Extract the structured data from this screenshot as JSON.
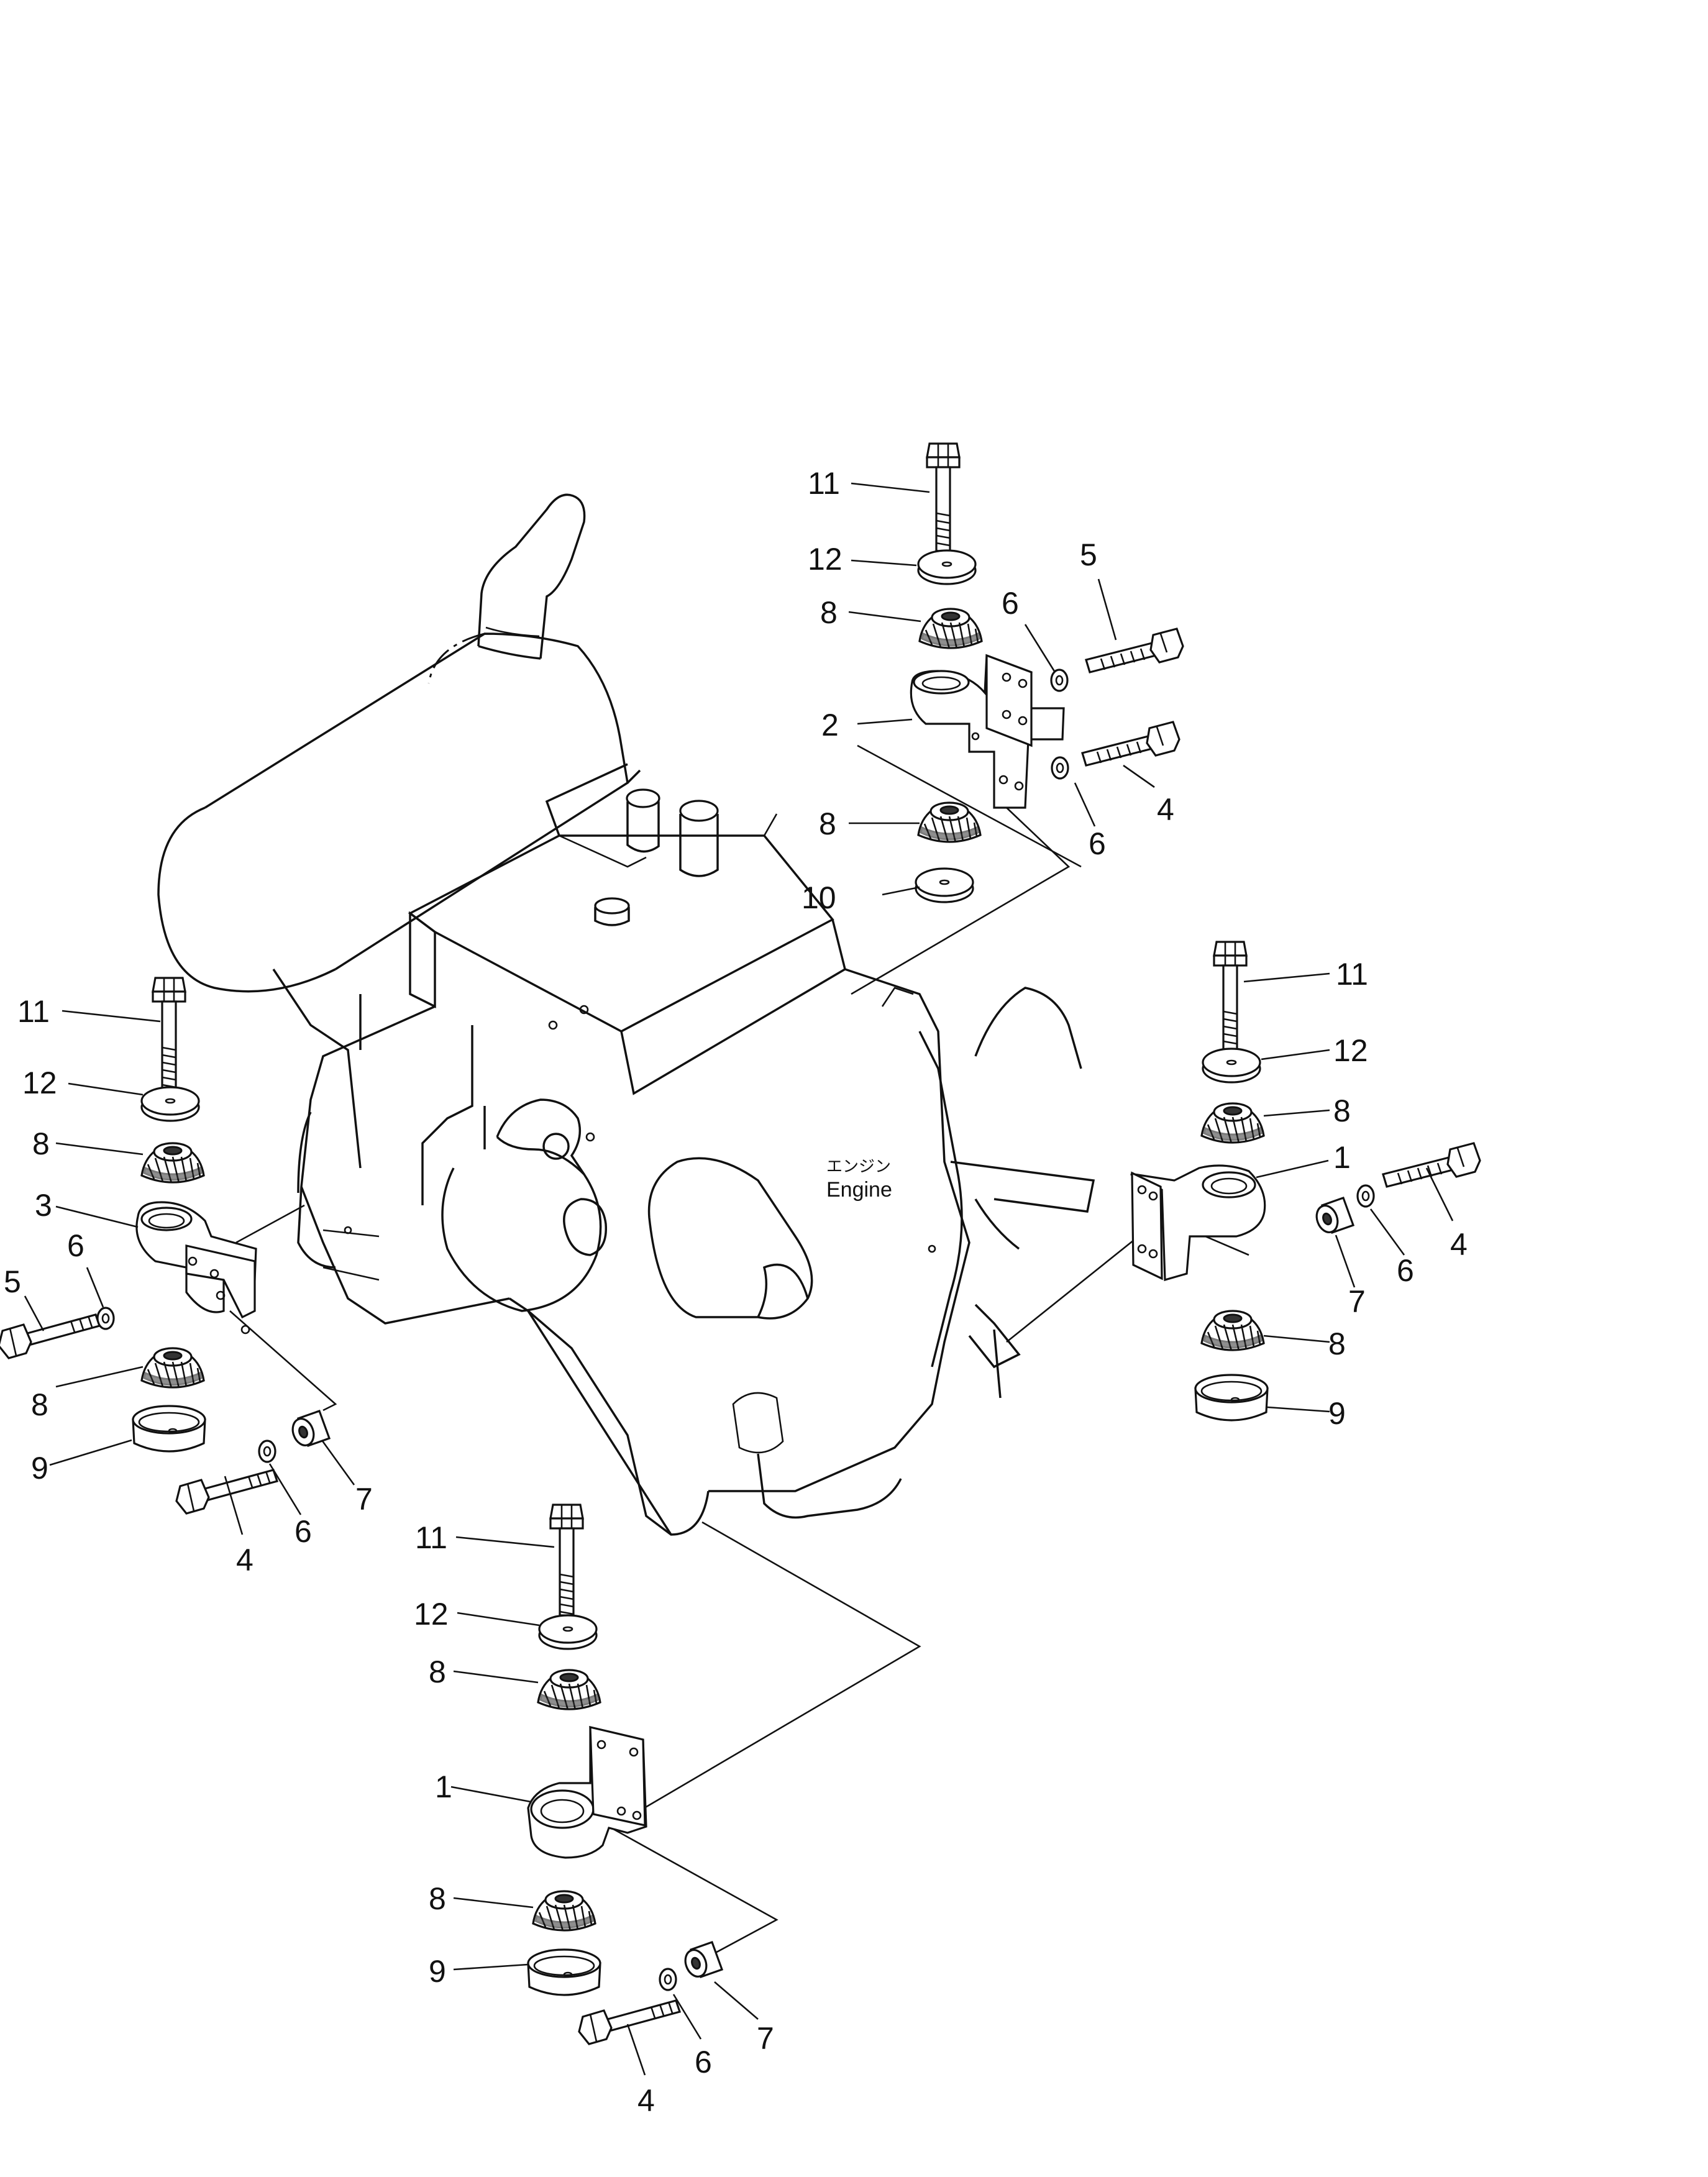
{
  "engine": {
    "label_jp": "エンジン",
    "label_en": "Engine"
  },
  "callouts": [
    {
      "id": "c-11-top",
      "num": "11"
    },
    {
      "id": "c-12-top",
      "num": "12"
    },
    {
      "id": "c-8-top-a",
      "num": "8"
    },
    {
      "id": "c-6-top-a",
      "num": "6"
    },
    {
      "id": "c-5-top",
      "num": "5"
    },
    {
      "id": "c-2-top",
      "num": "2"
    },
    {
      "id": "c-4-top",
      "num": "4"
    },
    {
      "id": "c-8-top-b",
      "num": "8"
    },
    {
      "id": "c-6-top-b",
      "num": "6"
    },
    {
      "id": "c-10-top",
      "num": "10"
    },
    {
      "id": "c-11-left",
      "num": "11"
    },
    {
      "id": "c-12-left",
      "num": "12"
    },
    {
      "id": "c-8-left-a",
      "num": "8"
    },
    {
      "id": "c-3-left",
      "num": "3"
    },
    {
      "id": "c-6-left-a",
      "num": "6"
    },
    {
      "id": "c-5-left",
      "num": "5"
    },
    {
      "id": "c-8-left-b",
      "num": "8"
    },
    {
      "id": "c-9-left",
      "num": "9"
    },
    {
      "id": "c-4-left",
      "num": "4"
    },
    {
      "id": "c-6-left-b",
      "num": "6"
    },
    {
      "id": "c-7-left",
      "num": "7"
    },
    {
      "id": "c-11-right",
      "num": "11"
    },
    {
      "id": "c-12-right",
      "num": "12"
    },
    {
      "id": "c-8-right-a",
      "num": "8"
    },
    {
      "id": "c-1-right",
      "num": "1"
    },
    {
      "id": "c-4-right",
      "num": "4"
    },
    {
      "id": "c-7-right",
      "num": "7"
    },
    {
      "id": "c-6-right",
      "num": "6"
    },
    {
      "id": "c-8-right-b",
      "num": "8"
    },
    {
      "id": "c-9-right",
      "num": "9"
    },
    {
      "id": "c-11-bottom",
      "num": "11"
    },
    {
      "id": "c-12-bottom",
      "num": "12"
    },
    {
      "id": "c-8-bottom-a",
      "num": "8"
    },
    {
      "id": "c-1-bottom",
      "num": "1"
    },
    {
      "id": "c-8-bottom-b",
      "num": "8"
    },
    {
      "id": "c-9-bottom",
      "num": "9"
    },
    {
      "id": "c-7-bottom",
      "num": "7"
    },
    {
      "id": "c-6-bottom",
      "num": "6"
    },
    {
      "id": "c-4-bottom",
      "num": "4"
    }
  ]
}
